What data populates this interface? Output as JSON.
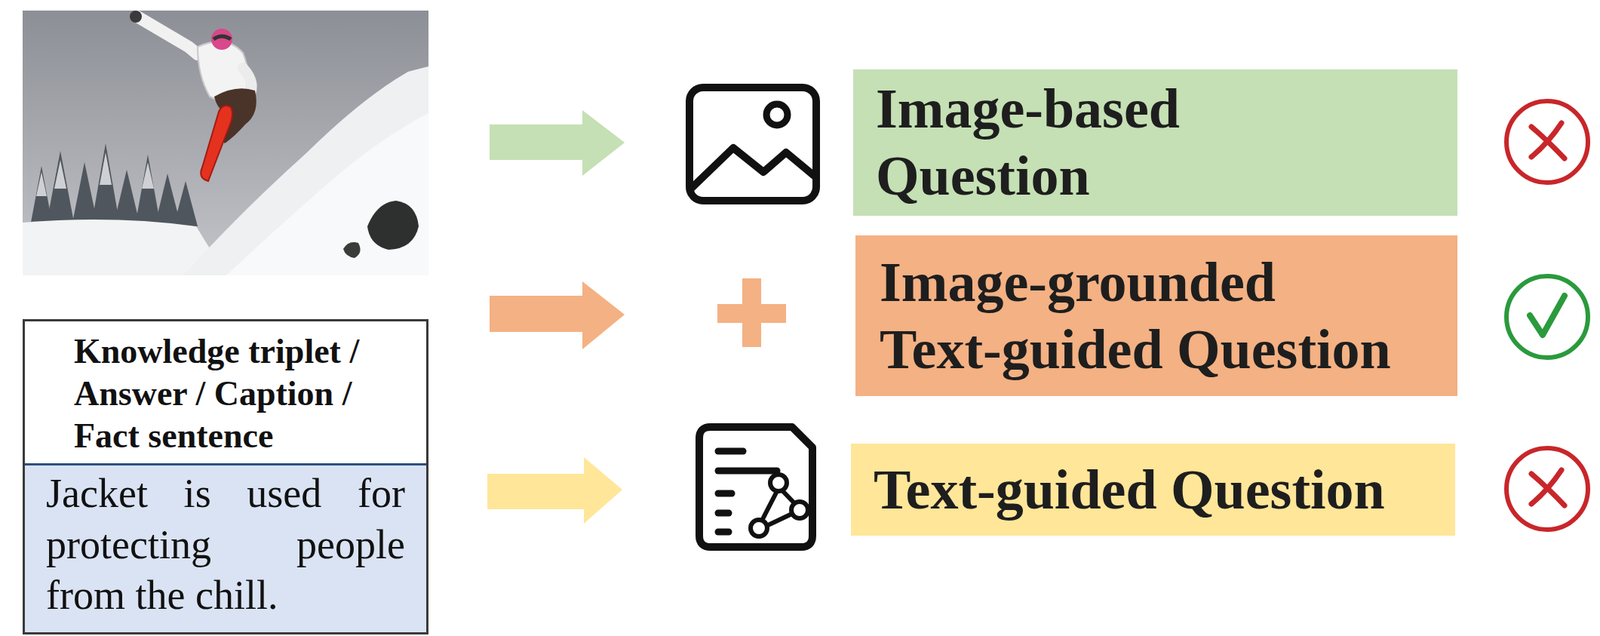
{
  "diagram": {
    "nodes": [
      {
        "text": [
          "Knowledge triplet / Answer / Caption / Fact sentence",
          "Jacket is used for protecting people from the chill."
        ]
      },
      {
        "text": [
          "Image-based Question"
        ]
      },
      {
        "text": [
          "Image-grounded Text-guided Question"
        ]
      },
      {
        "text": [
          "Text-guided Question"
        ]
      }
    ]
  }
}
